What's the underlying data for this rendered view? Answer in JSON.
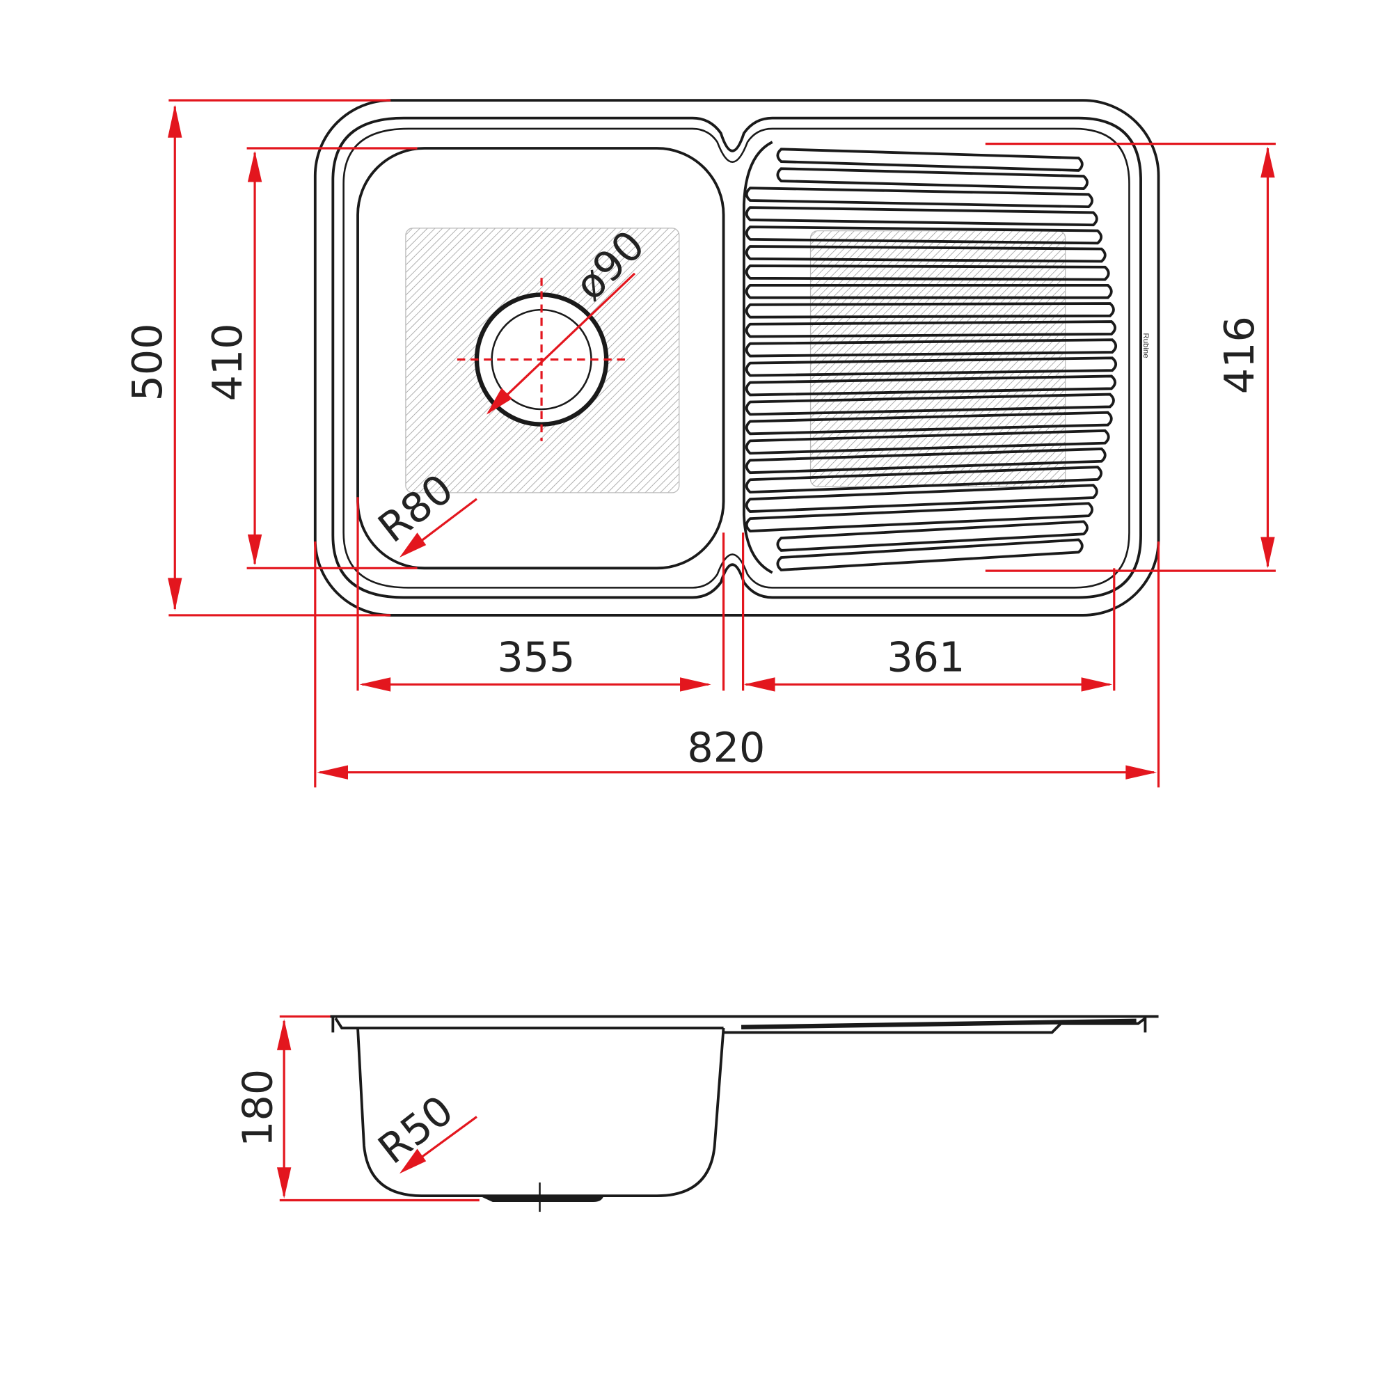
{
  "brand": "Rubine",
  "colors": {
    "outline": "#1a1a1a",
    "dimension": "#e3161e"
  },
  "top_view": {
    "dimensions": {
      "overall_depth": "500",
      "bowl_depth": "410",
      "drainer_depth": "416",
      "bowl_width": "355",
      "drainer_width": "361",
      "overall_width": "820",
      "waste_diameter": "ø90",
      "bowl_corner_radius": "R80"
    }
  },
  "side_view": {
    "dimensions": {
      "bowl_height": "180",
      "bottom_radius": "R50"
    }
  }
}
